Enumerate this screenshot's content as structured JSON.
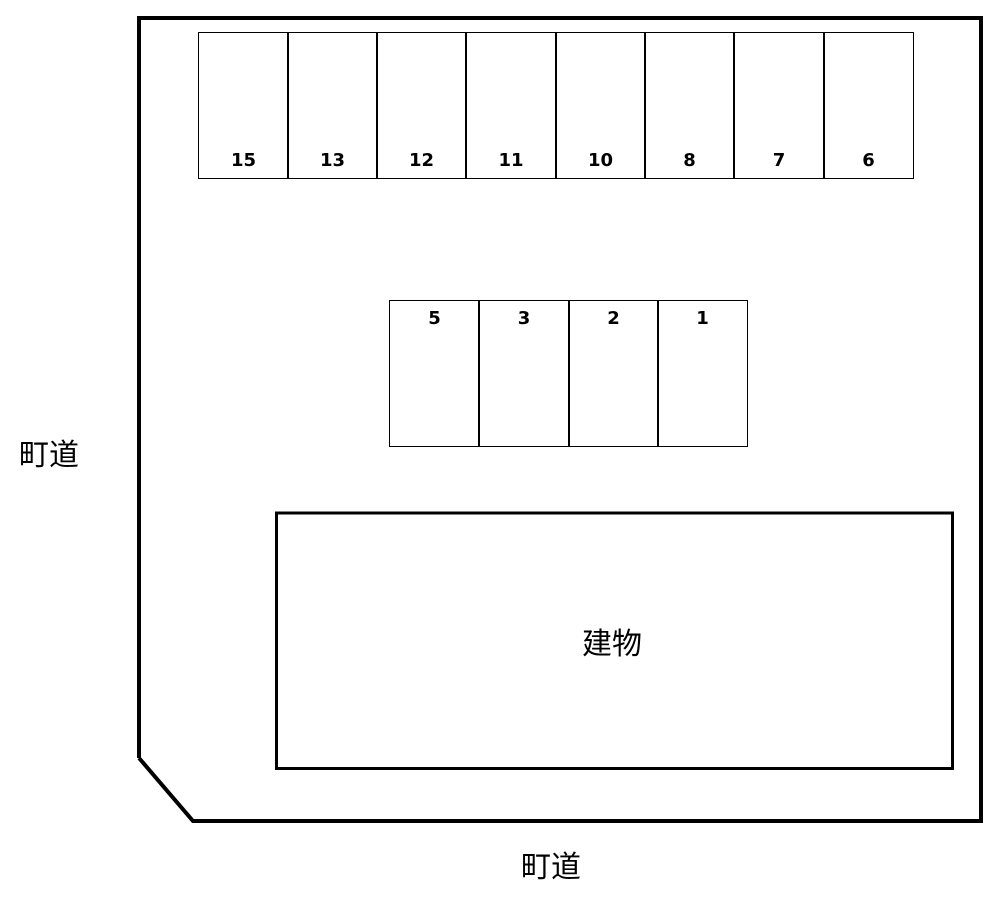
{
  "roads": {
    "west_label": "町道",
    "south_label": "町道"
  },
  "building": {
    "label": "建物"
  },
  "parking": {
    "top_row": [
      {
        "number": "15"
      },
      {
        "number": "13"
      },
      {
        "number": "12"
      },
      {
        "number": "11"
      },
      {
        "number": "10"
      },
      {
        "number": "8"
      },
      {
        "number": "7"
      },
      {
        "number": "6"
      }
    ],
    "middle_row": [
      {
        "number": "5"
      },
      {
        "number": "3"
      },
      {
        "number": "2"
      },
      {
        "number": "1"
      }
    ]
  }
}
